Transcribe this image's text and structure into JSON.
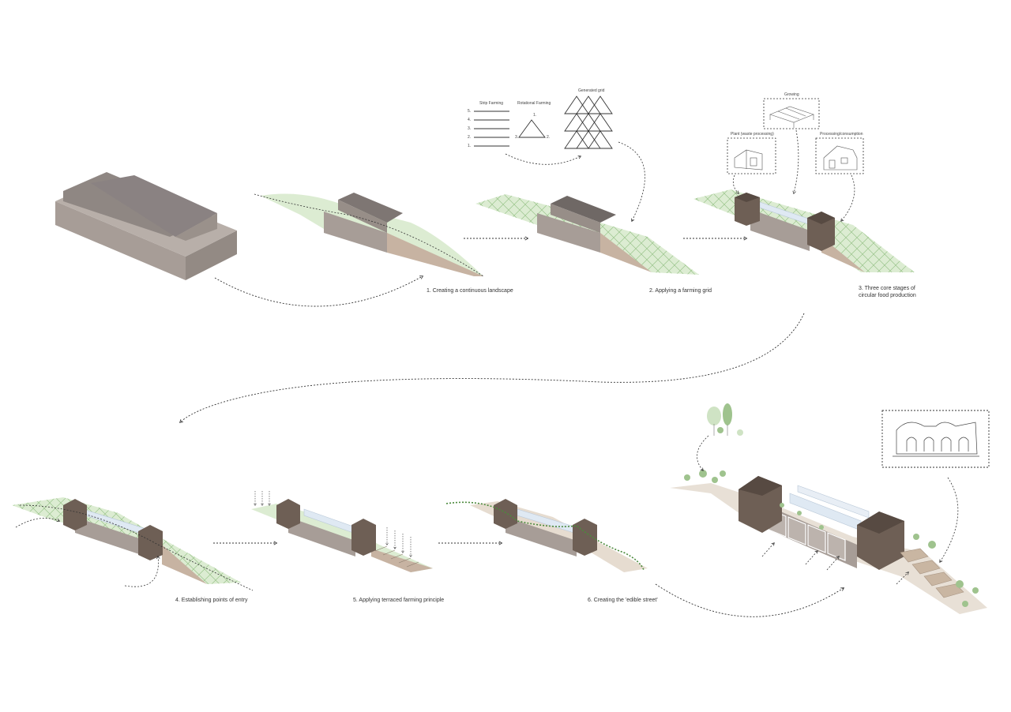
{
  "steps": [
    {
      "label": "1. Creating a continuous landscape"
    },
    {
      "label": "2. Applying a farming grid"
    },
    {
      "label": "3. Three core stages of circular food production"
    },
    {
      "label": "4. Establishing points of entry"
    },
    {
      "label": "5. Applying terraced farming principle"
    },
    {
      "label": "6. Creating the 'edible street'"
    }
  ],
  "grid_diagram": {
    "strip_label": "Strip Farming",
    "strip_numbers": [
      "5.",
      "4.",
      "3.",
      "2.",
      "1."
    ],
    "rotational_label": "Rotational Farming",
    "rotational_numbers": [
      "1.",
      "3.",
      "2."
    ],
    "generated_label": "Generated grid"
  },
  "stages": {
    "growing": "Growing",
    "plant": "Plant (waste processing)",
    "processing": "Processing/consumption"
  },
  "colors": {
    "roof": "#8a8282",
    "wall": "#a79d97",
    "wall_dark": "#938a84",
    "brown": "#6e5f55",
    "brown_dark": "#574a42",
    "green": "#dcecd2",
    "green_line": "#9ac48b",
    "earth": "#c7b3a2",
    "glass": "#dfe9f3"
  }
}
